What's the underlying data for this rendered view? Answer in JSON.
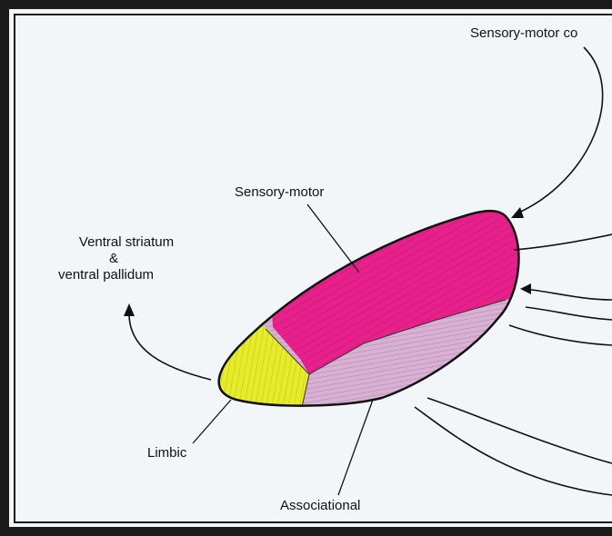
{
  "labels": {
    "sensory_motor_cortex": "Sensory-motor co",
    "sensory_motor": "Sensory-motor",
    "ventral_line1": "Ventral striatum",
    "ventral_line2": "&",
    "ventral_line3": "ventral pallidum",
    "limbic": "Limbic",
    "associational": "Associational"
  },
  "colors": {
    "sensory_motor_region": "#e8208c",
    "associational_region": "#d8b0d4",
    "limbic_region": "#e6ec2a",
    "background": "#f3f6f8",
    "frame": "#111111"
  }
}
